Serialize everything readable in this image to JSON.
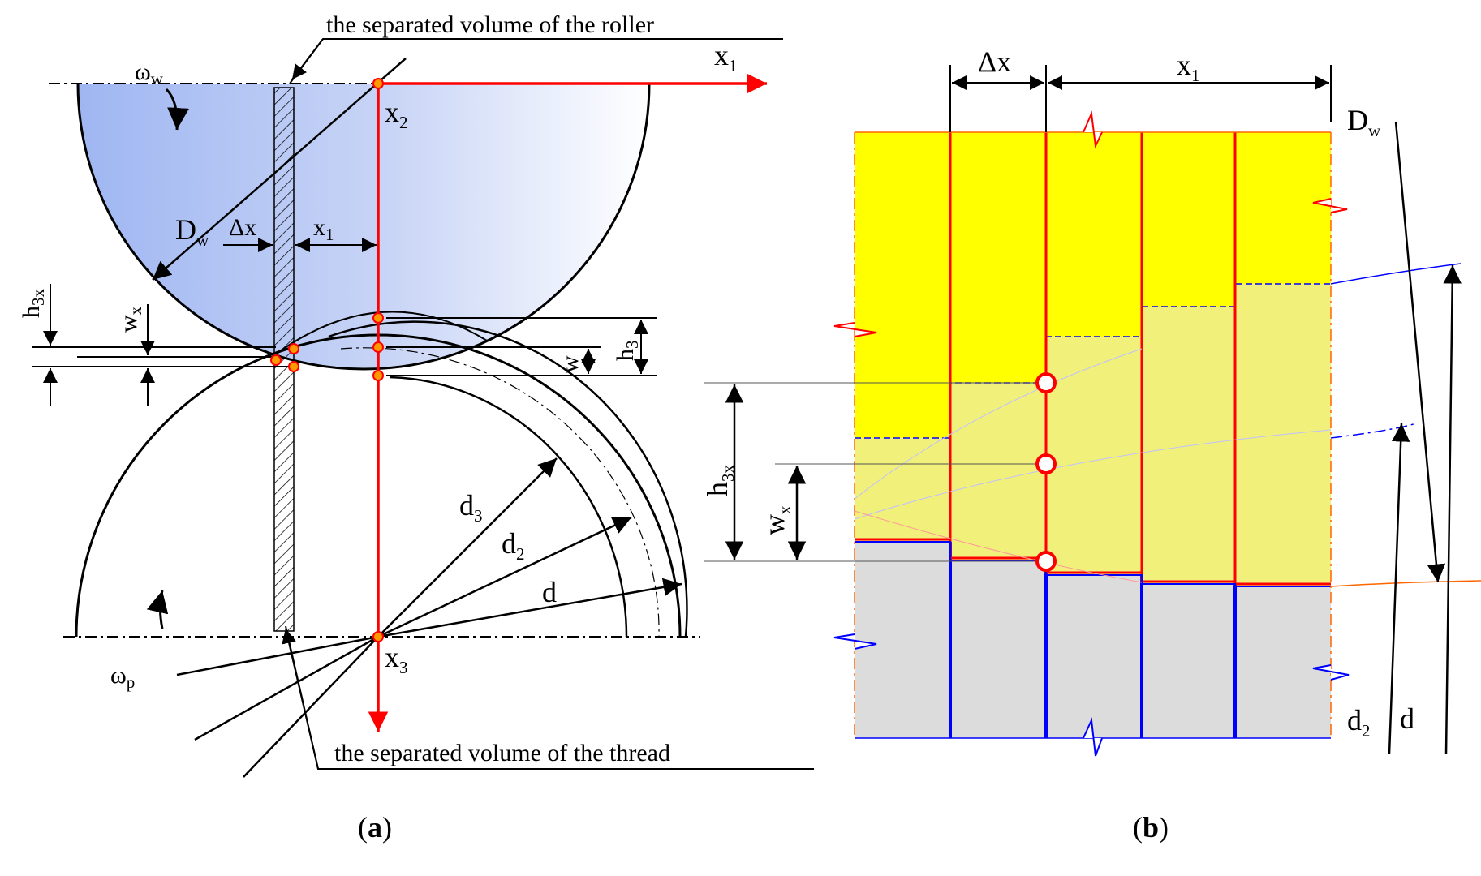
{
  "panel_a": {
    "caption_letter": "a",
    "callout_roller": "the separated volume of the roller",
    "callout_thread": "the separated volume of the thread",
    "omega_w": {
      "main": "ω",
      "sub": "w"
    },
    "omega_p": {
      "main": "ω",
      "sub": "p"
    },
    "x1": {
      "main": "x",
      "sub": "1"
    },
    "x2": {
      "main": "x",
      "sub": "2"
    },
    "x3": {
      "main": "x",
      "sub": "3"
    },
    "Dw": {
      "main": "D",
      "sub": "w"
    },
    "delta_x": "Δx",
    "x1_small": {
      "main": "x",
      "sub": "1"
    },
    "h3x": {
      "main": "h",
      "sub": "3x"
    },
    "wx": {
      "main": "w",
      "sub": "x"
    },
    "h3": {
      "main": "h",
      "sub": "3"
    },
    "w": "w",
    "d3": {
      "main": "d",
      "sub": "3"
    },
    "d2": {
      "main": "d",
      "sub": "2"
    },
    "d": "d",
    "colors": {
      "roller_fill": "#9fb6f2",
      "axis_red": "#ff0000",
      "point_orange": "#ff9900"
    }
  },
  "panel_b": {
    "caption_letter": "b",
    "delta_x": "Δx",
    "x1": {
      "main": "x",
      "sub": "1"
    },
    "Dw": {
      "main": "D",
      "sub": "w"
    },
    "h3x": {
      "main": "h",
      "sub": "3x"
    },
    "wx": {
      "main": "w",
      "sub": "x"
    },
    "d2": {
      "main": "d",
      "sub": "2"
    },
    "d": "d",
    "colors": {
      "yellow": "#ffff00",
      "gray": "#dcdcdc",
      "blue": "#0000ff",
      "red": "#ff0000"
    }
  },
  "paren_open": "(",
  "paren_close": ")"
}
